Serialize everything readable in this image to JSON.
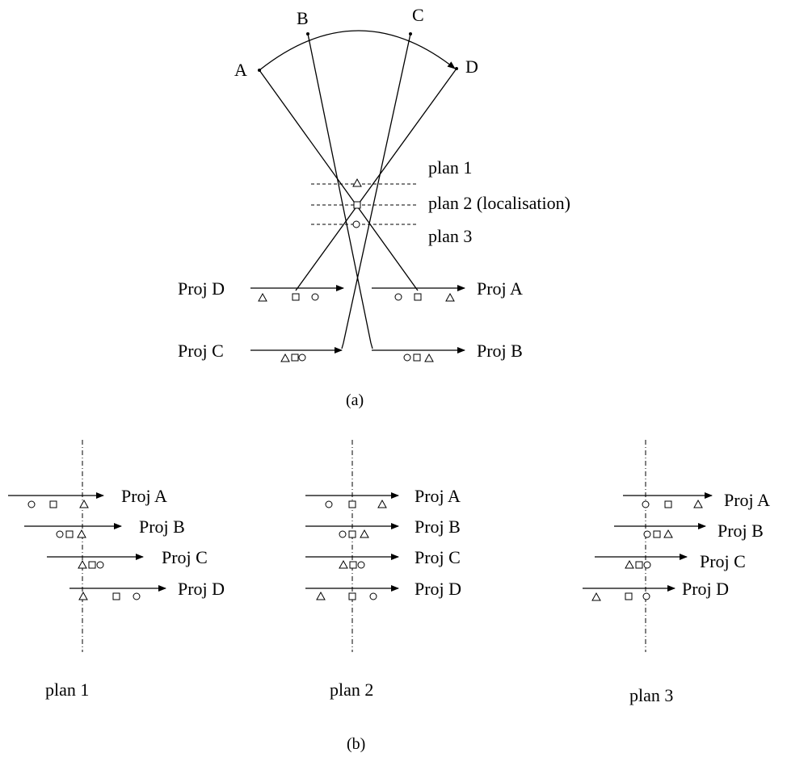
{
  "diagram_a": {
    "points": {
      "a": "A",
      "b": "B",
      "c": "C",
      "d": "D"
    },
    "plane_labels": {
      "p1": "plan 1",
      "p2": "plan 2 (localisation)",
      "p3": "plan 3"
    },
    "projections": {
      "d": "Proj D",
      "a": "Proj A",
      "c": "Proj C",
      "b": "Proj B"
    },
    "caption": "(a)"
  },
  "diagram_b": {
    "panels": [
      {
        "caption": "plan 1",
        "rows": [
          "Proj A",
          "Proj B",
          "Proj C",
          "Proj D"
        ]
      },
      {
        "caption": "plan 2",
        "rows": [
          "Proj A",
          "Proj B",
          "Proj C",
          "Proj D"
        ]
      },
      {
        "caption": "plan 3",
        "rows": [
          "Proj A",
          "Proj B",
          "Proj C",
          "Proj D"
        ]
      }
    ],
    "caption": "(b)"
  },
  "colors": {
    "ink": "#000000",
    "background": "#ffffff"
  }
}
